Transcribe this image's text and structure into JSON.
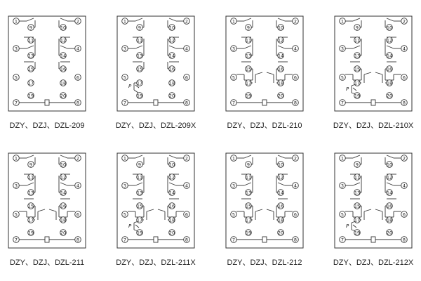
{
  "colors": {
    "line": "#333333",
    "text": "#222222",
    "background": "#ffffff"
  },
  "coil_symbol": "rectangle-icon",
  "potentiometer_label": "P",
  "diagrams": [
    {
      "caption": "DZY、DZJ、DZL-209",
      "variant": "209"
    },
    {
      "caption": "DZY、DZJ、DZL-209X",
      "variant": "209X"
    },
    {
      "caption": "DZY、DZJ、DZL-210",
      "variant": "210"
    },
    {
      "caption": "DZY、DZJ、DZL-210X",
      "variant": "210X"
    },
    {
      "caption": "DZY、DZJ、DZL-211",
      "variant": "211"
    },
    {
      "caption": "DZY、DZJ、DZL-211X",
      "variant": "211X"
    },
    {
      "caption": "DZY、DZJ、DZL-212",
      "variant": "212"
    },
    {
      "caption": "DZY、DZJ、DZL-212X",
      "variant": "212X"
    }
  ],
  "terminals": {
    "outer": [
      "1",
      "2",
      "3",
      "4",
      "5",
      "6",
      "7",
      "8"
    ],
    "inner_left": [
      "9",
      "11",
      "13",
      "15",
      "17",
      "19"
    ],
    "inner_right": [
      "10",
      "12",
      "14",
      "16",
      "18",
      "20"
    ]
  }
}
